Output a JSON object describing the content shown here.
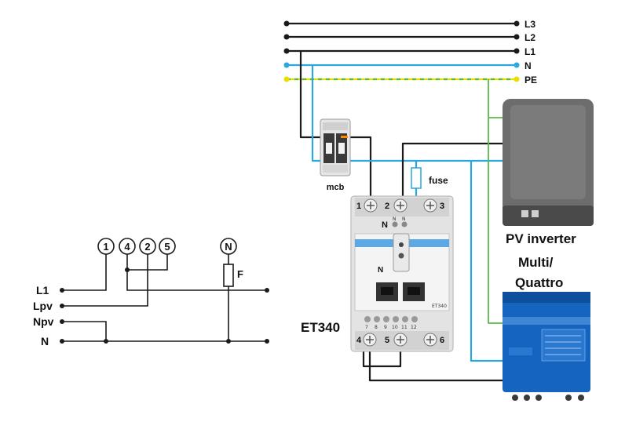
{
  "bus": {
    "lines": [
      {
        "label": "L3",
        "kind": "phase"
      },
      {
        "label": "L2",
        "kind": "phase"
      },
      {
        "label": "L1",
        "kind": "phase"
      },
      {
        "label": "N",
        "kind": "neutral"
      },
      {
        "label": "PE",
        "kind": "earth"
      }
    ]
  },
  "labels": {
    "mcb": "mcb",
    "fuse": "fuse",
    "pv_inverter": "PV inverter",
    "multi_line1": "Multi/",
    "multi_line2": "Quattro",
    "meter": "ET340",
    "meter_n": "N",
    "meter_face_n": "N"
  },
  "meter": {
    "top_terminals": [
      "1",
      "2",
      "3"
    ],
    "neutral_pins": [
      "N",
      "N"
    ],
    "bottom_terminals": [
      "4",
      "5",
      "6"
    ],
    "small_terminals": [
      "7",
      "8",
      "9",
      "10",
      "11",
      "12"
    ],
    "face_model": "ET340"
  },
  "schematic": {
    "terminals": [
      "1",
      "4",
      "2",
      "5"
    ],
    "neutral_terminal": "N",
    "fuse_label": "F",
    "inputs": [
      "L1",
      "Lpv",
      "Npv",
      "N"
    ]
  },
  "colors": {
    "wire_black": "#1a1a1a",
    "wire_blue": "#29a7de",
    "wire_earth_yellow": "#e8e000",
    "wire_earth_green": "#5bb84a",
    "inverter_grey": "#6d6d6d",
    "multi_blue": "#1565c0"
  }
}
